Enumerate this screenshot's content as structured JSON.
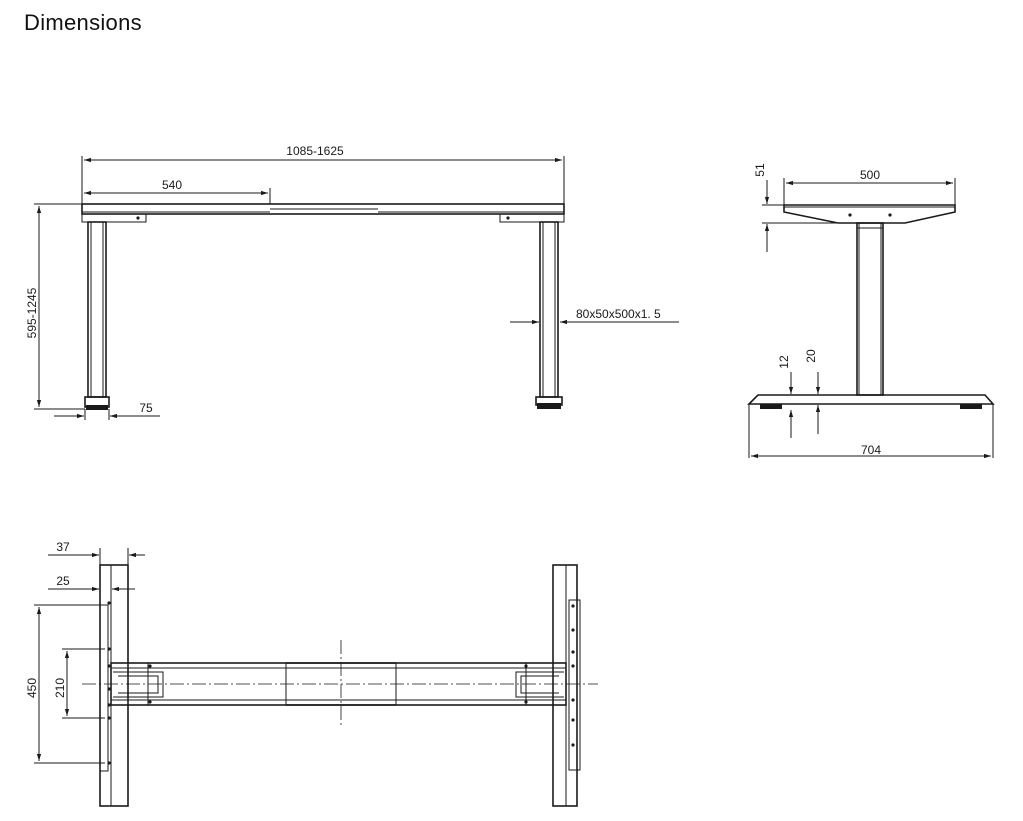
{
  "page_title": "Dimensions",
  "front_view": {
    "total_width": "1085-1625",
    "inner_width": "540",
    "height_range": "595-1245",
    "column_profile": "80x50x500x1. 5",
    "foot_offset": "75"
  },
  "side_view": {
    "top_width": "500",
    "top_height": "51",
    "base_clearance": "12",
    "base_height": "20",
    "base_length": "704"
  },
  "top_view": {
    "frame_width": "37",
    "inset": "25",
    "hole_span": "450",
    "hole_spacing": "210"
  },
  "colors": {
    "line": "#1a1a1a",
    "background": "#ffffff"
  }
}
